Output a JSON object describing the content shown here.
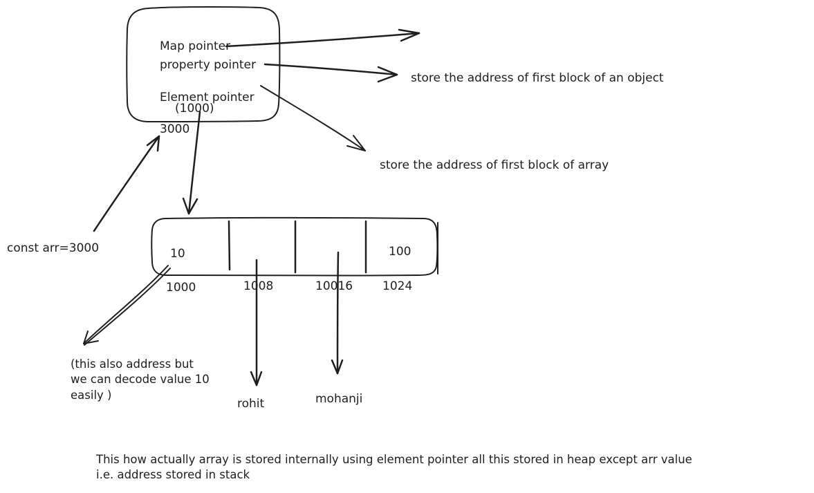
{
  "object_box": {
    "map_pointer": "Map pointer",
    "property_pointer": "property pointer",
    "element_pointer": "Element pointer",
    "element_pointer_value": "(1000)",
    "address": "3000"
  },
  "labels": {
    "object_note": "store the address of first block of an object",
    "array_note": "store the address of first block of array",
    "const_decl": "const arr=3000"
  },
  "array": {
    "cells": [
      "10",
      "",
      "",
      "100"
    ],
    "addresses": [
      "1000",
      "1008",
      "10016",
      "1024"
    ]
  },
  "values": {
    "cell2": "rohit",
    "cell3": "mohanji"
  },
  "side_note": {
    "line1": "(this also address but",
    "line2": "we can decode value 10",
    "line3": "easily )"
  },
  "footer": {
    "line1": "This how actually array is stored internally using element pointer all this stored in heap except arr value",
    "line2": "i.e. address stored in stack"
  }
}
